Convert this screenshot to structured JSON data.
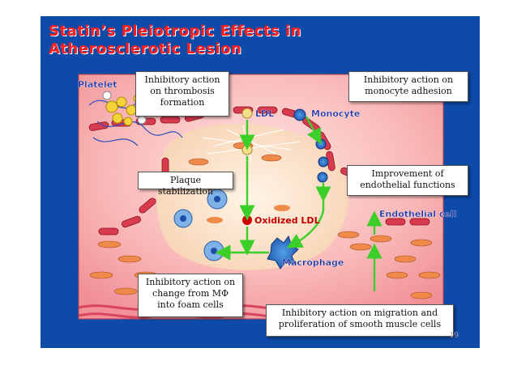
{
  "slide": {
    "title": "Statin’s Pleiotropic Effects in Atherosclerotic Lesion",
    "labels": {
      "platelet": "Platelet",
      "ldl": "LDL",
      "monocyte": "Monocyte",
      "oxidized_ldl": "Oxidized LDL",
      "endothelial_cell": "Endothelial cell",
      "macrophage": "Macrophage"
    },
    "callouts": {
      "thrombosis": "Inhibitory action on thrombosis formation",
      "monocyte_adhesion": "Inhibitory action on monocyte adhesion",
      "plaque": "Plaque stabilization",
      "endothelial": "Improvement of endothelial functions",
      "foam_cells": "Inhibitory action on change from MΦ into foam cells",
      "smooth_muscle": "Inhibitory action on migration and proliferation of smooth muscle cells"
    },
    "page_number": "19"
  },
  "colors": {
    "background": "#0e4aa8",
    "title": "#ff1d1d",
    "lesion": "#f6a7a9",
    "plaque": "#fbe3c8",
    "arrow": "#3ccf2a",
    "oxidized_dot": "#d00000",
    "ldl_dot": "#f4e08a"
  }
}
